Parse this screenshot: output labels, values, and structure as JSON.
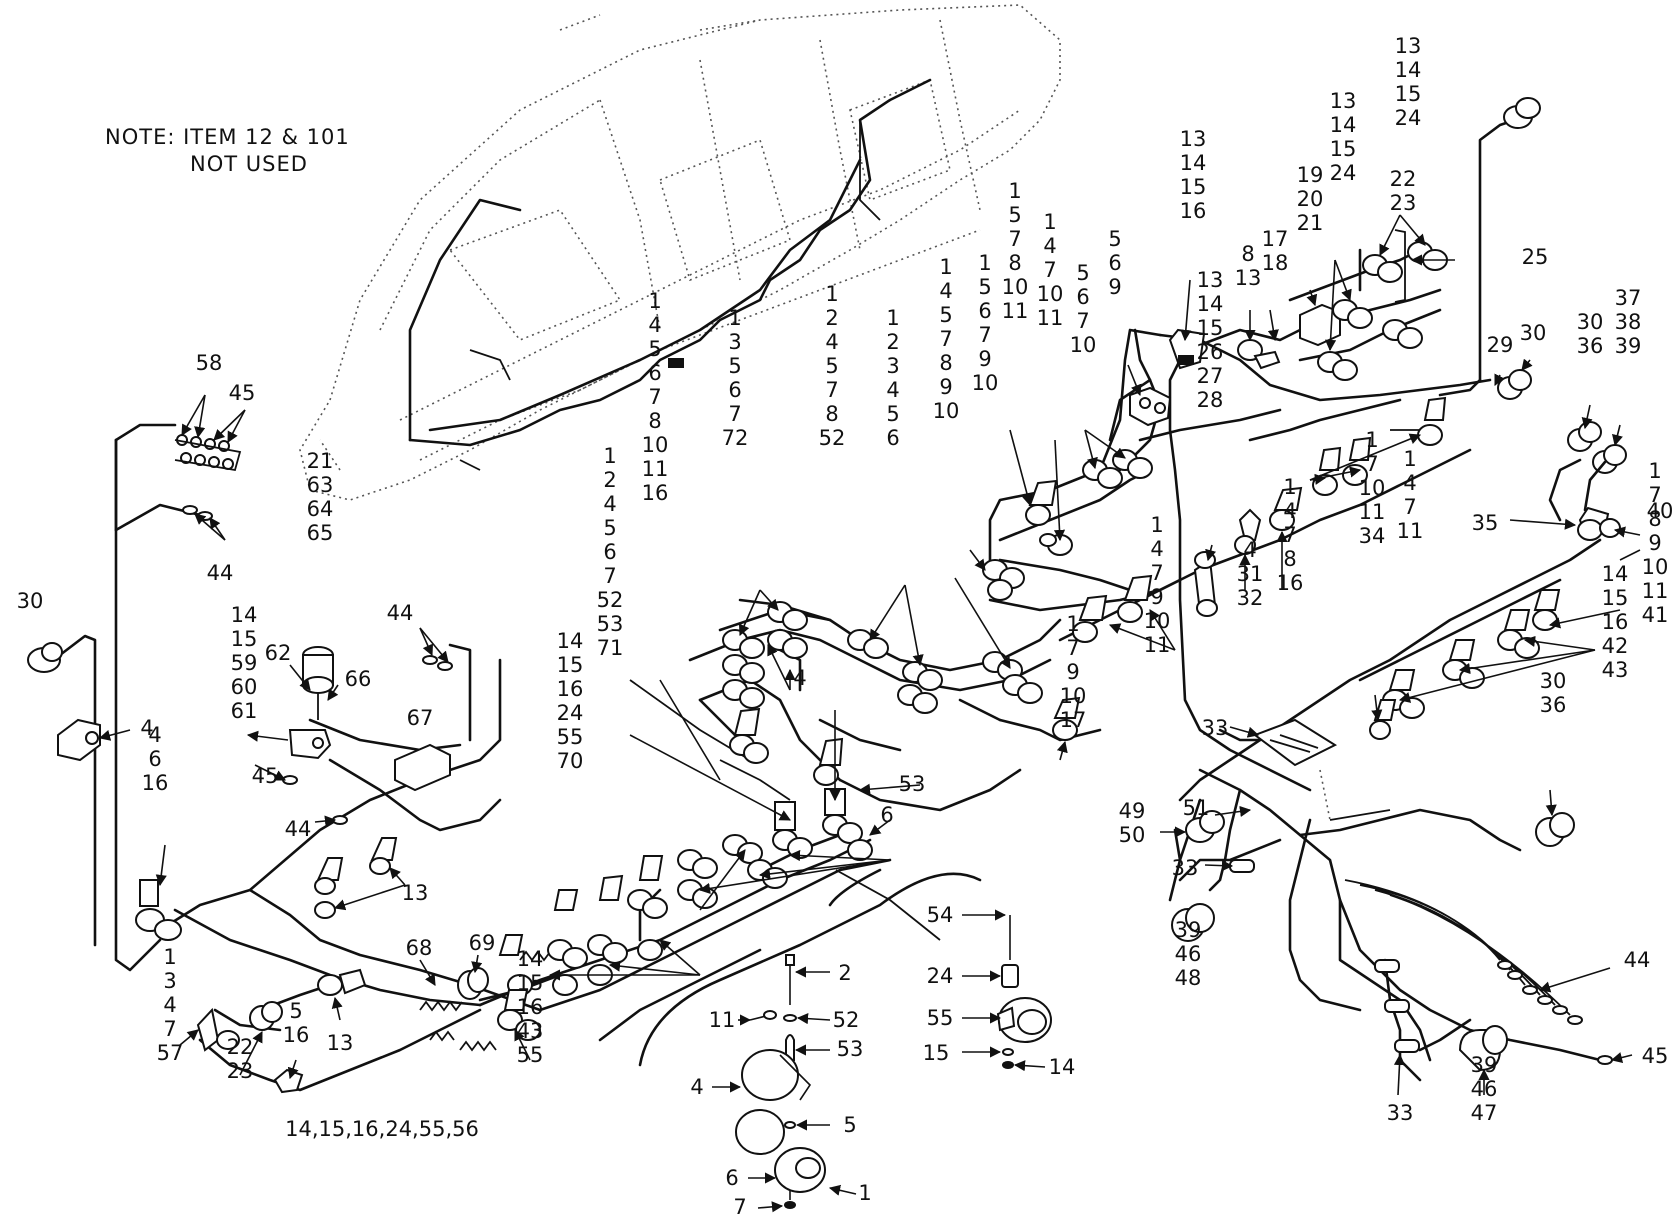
{
  "note": {
    "line1": "NOTE: ITEM 12 & 101",
    "line2": "NOT USED"
  },
  "callouts": [
    {
      "id": "c58",
      "lines": [
        "58"
      ]
    },
    {
      "id": "c45a",
      "lines": [
        "45"
      ]
    },
    {
      "id": "c44a",
      "lines": [
        "44"
      ]
    },
    {
      "id": "c30a",
      "lines": [
        "30"
      ]
    },
    {
      "id": "c4a",
      "lines": [
        "4"
      ]
    },
    {
      "id": "c21",
      "lines": [
        "21",
        "63",
        "64",
        "65"
      ]
    },
    {
      "id": "c44b",
      "lines": [
        "44"
      ]
    },
    {
      "id": "c62",
      "lines": [
        "62"
      ]
    },
    {
      "id": "c66",
      "lines": [
        "66"
      ]
    },
    {
      "id": "c14a",
      "lines": [
        "14",
        "15",
        "59",
        "60",
        "61"
      ]
    },
    {
      "id": "c67",
      "lines": [
        "67"
      ]
    },
    {
      "id": "c45b",
      "lines": [
        "45"
      ]
    },
    {
      "id": "c44c",
      "lines": [
        "44"
      ]
    },
    {
      "id": "c4b",
      "lines": [
        "4",
        "6",
        "16"
      ]
    },
    {
      "id": "c13a",
      "lines": [
        "13"
      ]
    },
    {
      "id": "c68",
      "lines": [
        "68"
      ]
    },
    {
      "id": "c69",
      "lines": [
        "69"
      ]
    },
    {
      "id": "c13b",
      "lines": [
        "13"
      ]
    },
    {
      "id": "c1a",
      "lines": [
        "1",
        "3",
        "4",
        "7",
        "57"
      ]
    },
    {
      "id": "c22a",
      "lines": [
        "22",
        "23"
      ]
    },
    {
      "id": "c5a",
      "lines": [
        "5",
        "16"
      ]
    },
    {
      "id": "c14b",
      "lines": [
        "14,15,16,24,55,56"
      ]
    },
    {
      "id": "c14c",
      "lines": [
        "14",
        "15",
        "16",
        "43",
        "55"
      ]
    },
    {
      "id": "c1b",
      "lines": [
        "1",
        "4",
        "5",
        "6",
        "7",
        "8",
        "10",
        "11",
        "16"
      ]
    },
    {
      "id": "c1c",
      "lines": [
        "1",
        "3",
        "5",
        "6",
        "7",
        "72"
      ]
    },
    {
      "id": "c4c",
      "lines": [
        "4"
      ]
    },
    {
      "id": "c1d",
      "lines": [
        "1",
        "2",
        "4",
        "5",
        "7",
        "8",
        "52"
      ]
    },
    {
      "id": "c1e",
      "lines": [
        "1",
        "2",
        "3",
        "4",
        "5",
        "6"
      ]
    },
    {
      "id": "c1f",
      "lines": [
        "1",
        "2",
        "4",
        "5",
        "6",
        "7",
        "52",
        "53",
        "71"
      ]
    },
    {
      "id": "c14d",
      "lines": [
        "14",
        "15",
        "16",
        "24",
        "55",
        "70"
      ]
    },
    {
      "id": "c53a",
      "lines": [
        "53"
      ]
    },
    {
      "id": "c6a",
      "lines": [
        "6"
      ]
    },
    {
      "id": "c1g",
      "lines": [
        "1",
        "4",
        "5",
        "7",
        "8",
        "9",
        "10"
      ]
    },
    {
      "id": "c1h",
      "lines": [
        "1",
        "5",
        "6",
        "7",
        "9",
        "10"
      ]
    },
    {
      "id": "c1i",
      "lines": [
        "1",
        "5",
        "7",
        "8",
        "10",
        "11"
      ]
    },
    {
      "id": "c1j",
      "lines": [
        "1",
        "4",
        "7",
        "10",
        "11"
      ]
    },
    {
      "id": "c5b",
      "lines": [
        "5",
        "6",
        "7",
        "10"
      ]
    },
    {
      "id": "c5c",
      "lines": [
        "5",
        "6",
        "9"
      ]
    },
    {
      "id": "c13c",
      "lines": [
        "13",
        "14",
        "15",
        "16"
      ]
    },
    {
      "id": "c8",
      "lines": [
        "8",
        "13"
      ]
    },
    {
      "id": "c17",
      "lines": [
        "17",
        "18"
      ]
    },
    {
      "id": "c19",
      "lines": [
        "19",
        "20",
        "21"
      ]
    },
    {
      "id": "c13d",
      "lines": [
        "13",
        "14",
        "15",
        "24"
      ]
    },
    {
      "id": "c22b",
      "lines": [
        "22",
        "23"
      ]
    },
    {
      "id": "c13e",
      "lines": [
        "13",
        "14",
        "15",
        "24"
      ]
    },
    {
      "id": "c25",
      "lines": [
        "25"
      ]
    },
    {
      "id": "c29",
      "lines": [
        "29"
      ]
    },
    {
      "id": "c30b",
      "lines": [
        "30"
      ]
    },
    {
      "id": "c13f",
      "lines": [
        "13",
        "14",
        "15",
        "26",
        "27",
        "28"
      ]
    },
    {
      "id": "c30c",
      "lines": [
        "30",
        "36"
      ]
    },
    {
      "id": "c37",
      "lines": [
        "37",
        "38",
        "39"
      ]
    },
    {
      "id": "c35",
      "lines": [
        "35"
      ]
    },
    {
      "id": "c40",
      "lines": [
        "40"
      ]
    },
    {
      "id": "c1k",
      "lines": [
        "1",
        "4",
        "7",
        "11"
      ]
    },
    {
      "id": "c4d",
      "lines": [
        "4",
        "31",
        "32"
      ]
    },
    {
      "id": "c1l",
      "lines": [
        "1",
        "4",
        "7",
        "8",
        "16"
      ]
    },
    {
      "id": "c1m",
      "lines": [
        "1",
        "7",
        "10",
        "11",
        "34"
      ]
    },
    {
      "id": "c1n",
      "lines": [
        "1",
        "4",
        "7",
        "9",
        "10",
        "11"
      ]
    },
    {
      "id": "c1o",
      "lines": [
        "1",
        "7",
        "9",
        "10",
        "17"
      ]
    },
    {
      "id": "c33a",
      "lines": [
        "33"
      ]
    },
    {
      "id": "c51",
      "lines": [
        "51"
      ]
    },
    {
      "id": "c49",
      "lines": [
        "49",
        "50"
      ]
    },
    {
      "id": "c33b",
      "lines": [
        "33"
      ]
    },
    {
      "id": "c14e",
      "lines": [
        "14",
        "15",
        "16",
        "42",
        "43"
      ]
    },
    {
      "id": "c1p",
      "lines": [
        "1",
        "7",
        "8",
        "9",
        "10",
        "11",
        "41"
      ]
    },
    {
      "id": "c30d",
      "lines": [
        "30",
        "36"
      ]
    },
    {
      "id": "c39a",
      "lines": [
        "39",
        "46",
        "48"
      ]
    },
    {
      "id": "c44d",
      "lines": [
        "44"
      ]
    },
    {
      "id": "c45c",
      "lines": [
        "45"
      ]
    },
    {
      "id": "c33c",
      "lines": [
        "33"
      ]
    },
    {
      "id": "c39b",
      "lines": [
        "39",
        "46",
        "47"
      ]
    },
    {
      "id": "c54",
      "lines": [
        "54"
      ]
    },
    {
      "id": "c24",
      "lines": [
        "24"
      ]
    },
    {
      "id": "c55",
      "lines": [
        "55"
      ]
    },
    {
      "id": "c15",
      "lines": [
        "15"
      ]
    },
    {
      "id": "c14f",
      "lines": [
        "14"
      ]
    },
    {
      "id": "c2",
      "lines": [
        "2"
      ]
    },
    {
      "id": "c11",
      "lines": [
        "11"
      ]
    },
    {
      "id": "c52",
      "lines": [
        "52"
      ]
    },
    {
      "id": "c53b",
      "lines": [
        "53"
      ]
    },
    {
      "id": "c4e",
      "lines": [
        "4"
      ]
    },
    {
      "id": "c5d",
      "lines": [
        "5"
      ]
    },
    {
      "id": "c6b",
      "lines": [
        "6"
      ]
    },
    {
      "id": "c1q",
      "lines": [
        "1"
      ]
    },
    {
      "id": "c7",
      "lines": [
        "7"
      ]
    }
  ]
}
